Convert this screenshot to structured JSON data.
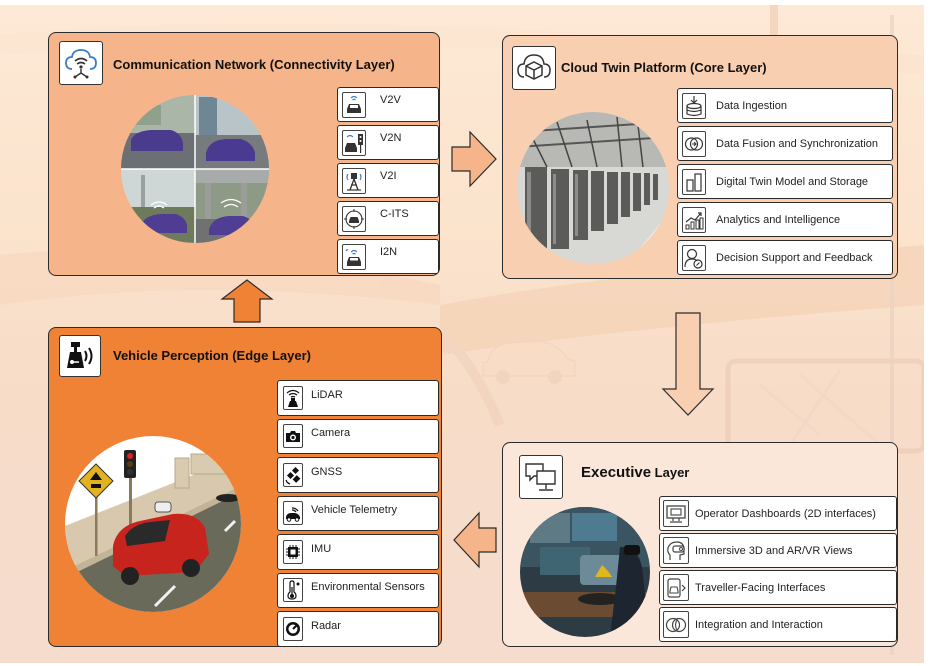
{
  "diagram": {
    "layers": {
      "communication": {
        "title": "Communication Network (Connectivity Layer)",
        "icon": "cloud-wifi-network-icon",
        "image": "connected-vehicles-collage",
        "color": "#f6b48a",
        "items": [
          {
            "label": "V2V",
            "icon": "car-wireless-icon"
          },
          {
            "label": "V2N",
            "icon": "car-traffic-light-icon"
          },
          {
            "label": "V2I",
            "icon": "radio-tower-icon"
          },
          {
            "label": "C-ITS",
            "icon": "car-target-icon"
          },
          {
            "label": "I2N",
            "icon": "car-signal-icon"
          }
        ]
      },
      "cloud": {
        "title": "Cloud Twin Platform (Core Layer)",
        "icon": "cloud-cube-icon",
        "image": "data-center-server-racks",
        "color": "#f9cfb2",
        "items": [
          {
            "label": "Data Ingestion",
            "icon": "database-download-icon"
          },
          {
            "label": "Data Fusion and Synchronization",
            "icon": "sync-circles-icon"
          },
          {
            "label": "Digital Twin Model and Storage",
            "icon": "storage-blocks-icon"
          },
          {
            "label": "Analytics and Intelligence",
            "icon": "analytics-chart-icon"
          },
          {
            "label": "Decision Support and Feedback",
            "icon": "user-check-icon"
          }
        ]
      },
      "edge": {
        "title": "Vehicle Perception (Edge Layer)",
        "icon": "sensor-signal-icon",
        "image": "autonomous-red-suv-on-road",
        "color": "#ef8234",
        "items": [
          {
            "label": "LiDAR",
            "icon": "lidar-icon"
          },
          {
            "label": "Camera",
            "icon": "camera-icon"
          },
          {
            "label": "GNSS",
            "icon": "satellite-icon"
          },
          {
            "label": "Vehicle Telemetry",
            "icon": "car-telemetry-icon"
          },
          {
            "label": "IMU",
            "icon": "chip-icon"
          },
          {
            "label": "Environmental Sensors",
            "icon": "thermometer-icon"
          },
          {
            "label": "Radar",
            "icon": "radar-icon"
          }
        ]
      },
      "executive": {
        "title_main": "Executive",
        "title_rest": "Layer",
        "icon": "chat-monitor-icon",
        "image": "operator-vr-control-station",
        "color": "#fbe6da",
        "items": [
          {
            "label": "Operator Dashboards (2D interfaces)",
            "icon": "monitor-icon"
          },
          {
            "label": "Immersive 3D and AR/VR Views",
            "icon": "vr-headset-head-icon"
          },
          {
            "label": "Traveller-Facing Interfaces",
            "icon": "mobile-car-icon"
          },
          {
            "label": "Integration and Interaction",
            "icon": "integration-circles-icon"
          }
        ]
      }
    },
    "flow": [
      {
        "from": "edge",
        "to": "communication",
        "direction": "up"
      },
      {
        "from": "communication",
        "to": "cloud",
        "direction": "right"
      },
      {
        "from": "cloud",
        "to": "executive",
        "direction": "down"
      },
      {
        "from": "executive",
        "to": "edge",
        "direction": "left"
      }
    ]
  }
}
